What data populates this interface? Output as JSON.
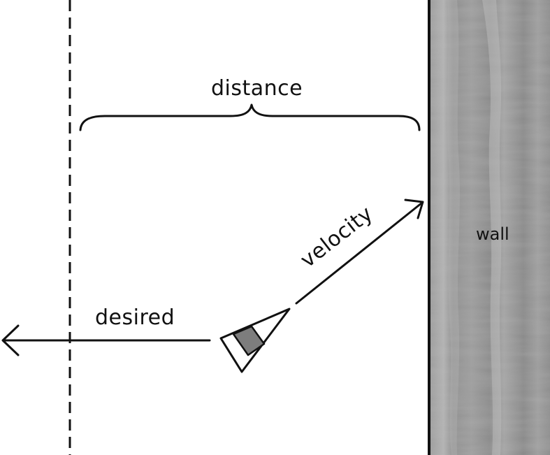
{
  "labels": {
    "distance": "distance",
    "velocity": "velocity",
    "desired": "desired",
    "wall": "wall"
  },
  "colors": {
    "ink": "#111111",
    "wall_base": "#8f8f8f",
    "wall_light": "#a9a9a9",
    "wall_dark": "#7a7a7a",
    "vehicle_fill": "#7d7d7d",
    "background": "#ffffff"
  }
}
